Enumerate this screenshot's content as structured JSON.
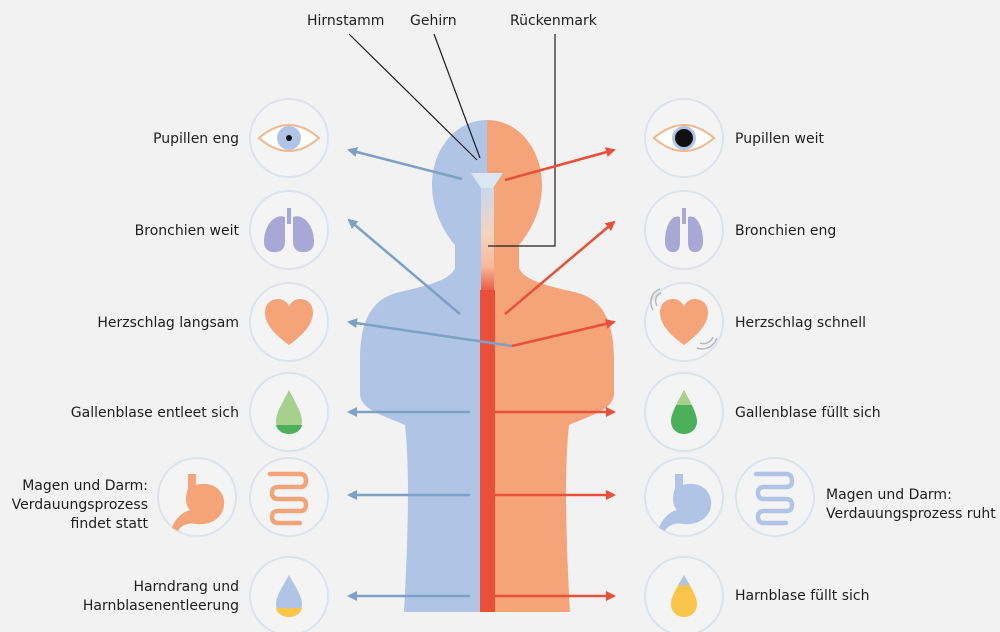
{
  "top_labels": {
    "brainstem": "Hirnstamm",
    "brain": "Gehirn",
    "spinal_cord": "Rückenmark"
  },
  "left": {
    "pupils": "Pupillen eng",
    "bronchi": "Bronchien weit",
    "heart": "Herzschlag langsam",
    "gallbladder": "Gallenblase entleet sich",
    "digestion": "Magen und Darm:\nVerdauungsprozess\nfindet statt",
    "bladder": "Harndrang und\nHarnblasenentleerung"
  },
  "right": {
    "pupils": "Pupillen weit",
    "bronchi": "Bronchien eng",
    "heart": "Herzschlag schnell",
    "gallbladder": "Gallenblase füllt sich",
    "digestion": "Magen und Darm:\nVerdauungsprozess ruht",
    "bladder": "Harnblase füllt sich"
  },
  "colors": {
    "background": "#f2f2f2",
    "parasympathetic_body": "#b0c4e6",
    "sympathetic_body": "#f5a47a",
    "parasympathetic_arrow": "#7da1c4",
    "sympathetic_arrow": "#e8503a",
    "spinal_cord": "#e8503a",
    "icon_circle_fill": "#f4f4f4",
    "icon_circle_stroke": "#dde3ea",
    "eye_outline": "#f0b88e",
    "lung": "#a9a7d6",
    "heart": "#f5a47a",
    "bile_light": "#a8d08d",
    "bile_dark": "#4caf5a",
    "intestine": "#f5a47a",
    "intestine_rest": "#b0c4e6",
    "urine": "#f9c54a"
  },
  "icons": {
    "left": [
      "eye-constricted-icon",
      "lungs-icon",
      "heart-icon",
      "gallbladder-drop-icon",
      "stomach-icon",
      "intestine-icon",
      "urine-drop-icon"
    ],
    "right": [
      "eye-dilated-icon",
      "lungs-icon",
      "heart-beating-icon",
      "gallbladder-drop-icon",
      "stomach-icon",
      "intestine-icon",
      "urine-drop-icon"
    ]
  }
}
